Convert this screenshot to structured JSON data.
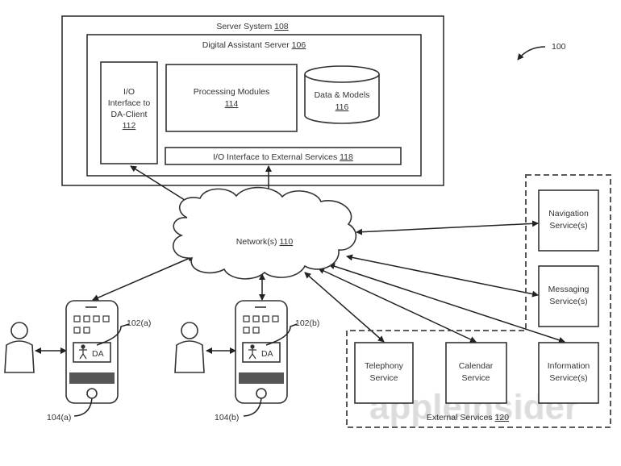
{
  "figure_label": "100",
  "server_system": {
    "title": "Server System",
    "ref": "108"
  },
  "da_server": {
    "title": "Digital Assistant Server",
    "ref": "106"
  },
  "io_client": {
    "line1": "I/O",
    "line2": "Interface to",
    "line3": "DA-Client",
    "ref": "112"
  },
  "processing": {
    "title": "Processing Modules",
    "ref": "114"
  },
  "data_models": {
    "title": "Data & Models",
    "ref": "116"
  },
  "io_external": {
    "title": "I/O Interface to External Services",
    "ref": "118"
  },
  "network": {
    "title": "Network(s)",
    "ref": "110"
  },
  "services": {
    "navigation": {
      "line1": "Navigation",
      "line2": "Service(s)"
    },
    "messaging": {
      "line1": "Messaging",
      "line2": "Service(s)"
    },
    "information": {
      "line1": "Information",
      "line2": "Service(s)"
    },
    "telephony": {
      "line1": "Telephony",
      "line2": "Service"
    },
    "calendar": {
      "line1": "Calendar",
      "line2": "Service"
    },
    "group_title": "External Services",
    "group_ref": "120"
  },
  "devices": [
    {
      "device_ref": "102(a)",
      "user_ref": "104(a)",
      "app_label": "DA"
    },
    {
      "device_ref": "102(b)",
      "user_ref": "104(b)",
      "app_label": "DA"
    }
  ],
  "watermark": "appleinsider"
}
